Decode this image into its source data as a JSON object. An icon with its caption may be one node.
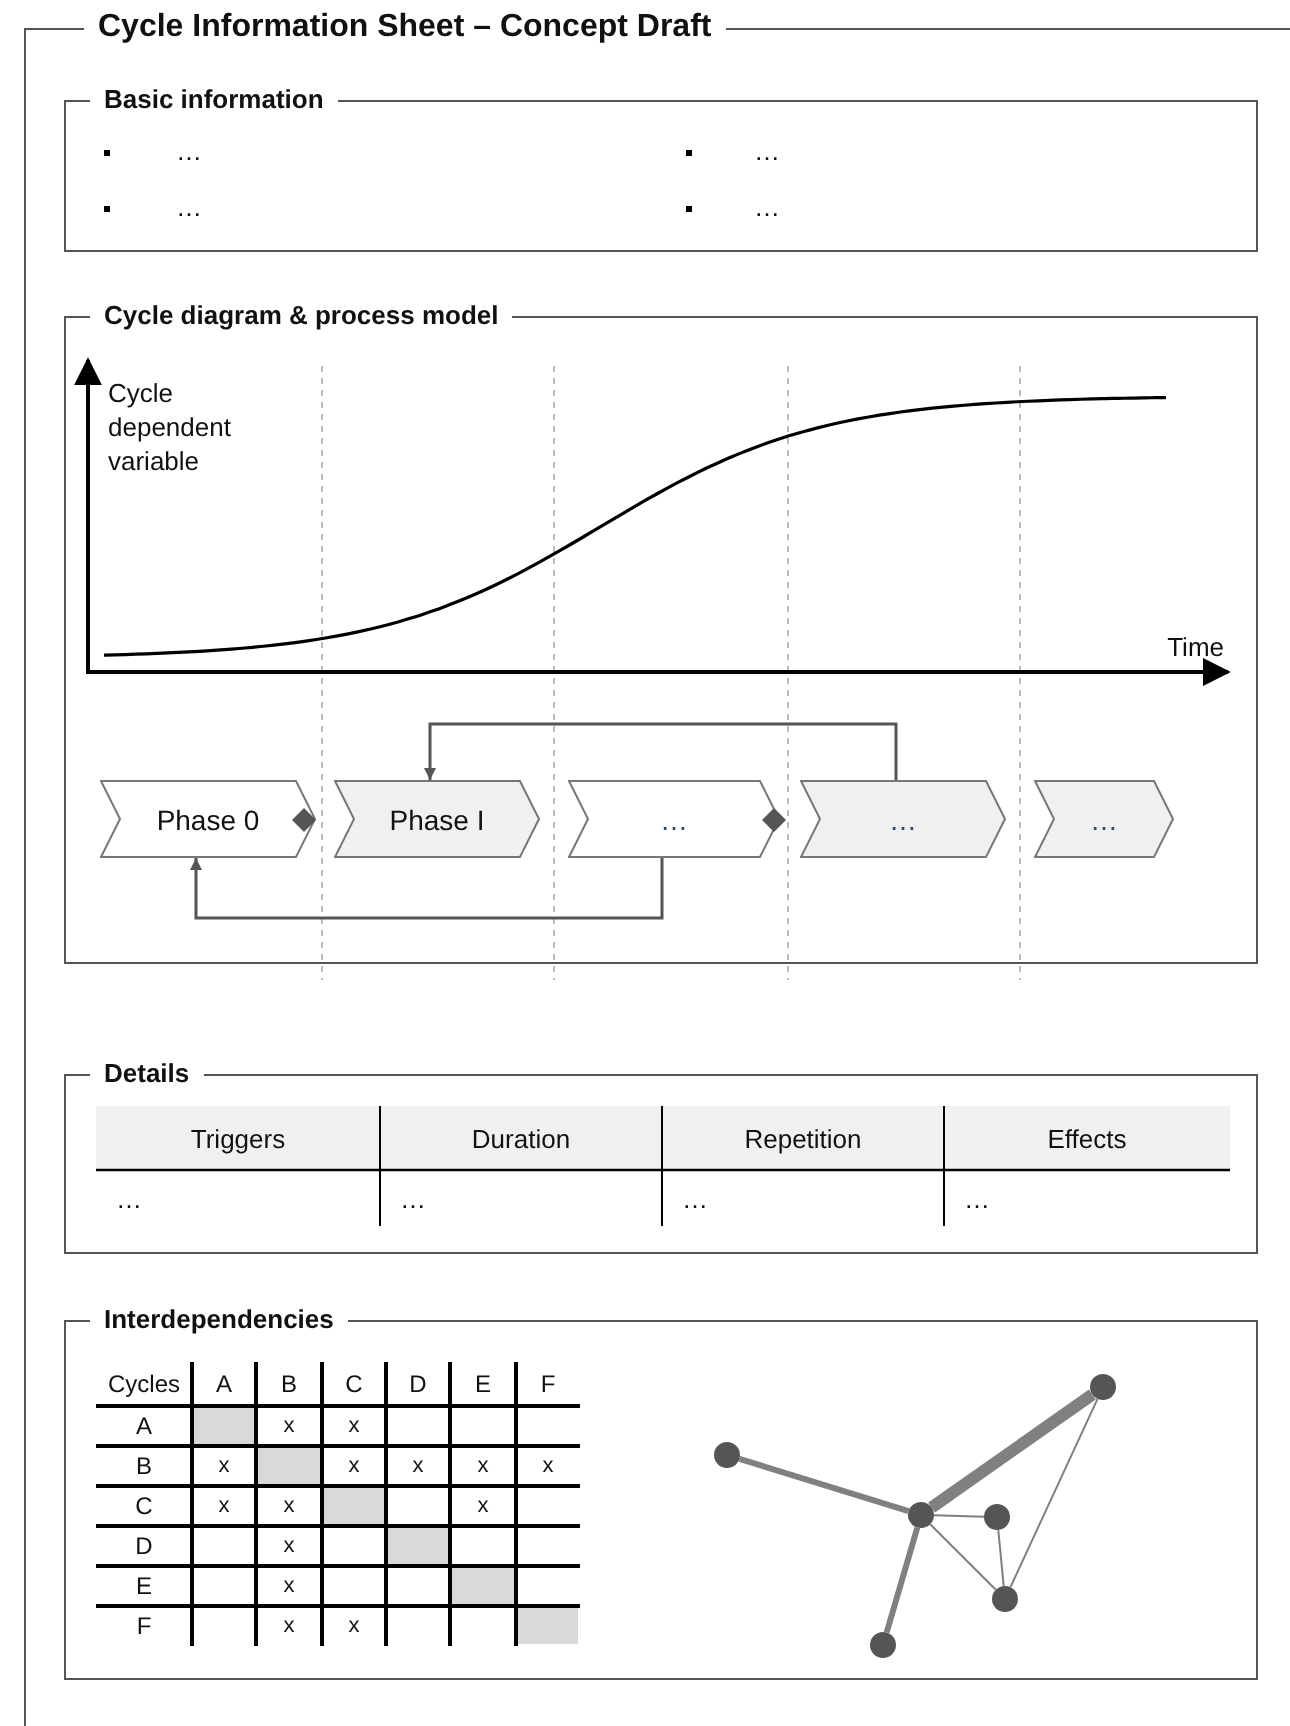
{
  "diagram": {
    "title": "Cycle Information Sheet – Concept Draft",
    "nodes": [
      {
        "text": [
          "Basic information",
          "…",
          "…",
          "…",
          "…"
        ]
      },
      {
        "text": [
          "Cycle diagram & process model"
        ]
      },
      {
        "text": [
          "Phase 0"
        ],
        "in": 1
      },
      {
        "text": [
          "Phase I"
        ],
        "in": 1
      },
      {
        "text": [
          "…"
        ],
        "in": 1
      },
      {
        "text": [
          "…"
        ],
        "in": 1
      },
      {
        "text": [
          "…"
        ],
        "in": 1
      },
      {
        "text": [
          "Details"
        ]
      },
      {
        "text": [
          "Interdependencies"
        ]
      },
      {
        "text": [],
        "shape": "circle",
        "in": 8
      },
      {
        "text": [],
        "shape": "circle",
        "in": 8
      },
      {
        "text": [],
        "shape": "circle",
        "in": 8
      },
      {
        "text": [],
        "shape": "circle",
        "in": 8
      },
      {
        "text": [],
        "shape": "circle",
        "in": 8
      },
      {
        "text": [],
        "shape": "circle",
        "in": 8
      }
    ],
    "edges": [
      {
        "from": 5,
        "to": 3,
        "arrow": "to"
      },
      {
        "from": 4,
        "to": 2,
        "arrow": "to"
      },
      {
        "from": 9,
        "to": 11,
        "arrow": "none",
        "style": "thick"
      },
      {
        "from": 10,
        "to": 11,
        "arrow": "none",
        "style": "thick"
      },
      {
        "from": 11,
        "to": 14,
        "arrow": "none",
        "style": "thick"
      },
      {
        "from": 11,
        "to": 12,
        "arrow": "none"
      },
      {
        "from": 11,
        "to": 13,
        "arrow": "none"
      },
      {
        "from": 12,
        "to": 13,
        "arrow": "none"
      },
      {
        "from": 14,
        "to": 13,
        "arrow": "none"
      }
    ],
    "labels": [
      "Cycle dependent variable",
      "Time",
      "Triggers",
      "Duration",
      "Repetition",
      "Effects",
      "…",
      "…",
      "…",
      "…",
      "Cycles",
      "A",
      "B",
      "C",
      "D",
      "E",
      "F",
      "A",
      "x",
      "x",
      "B",
      "x",
      "x",
      "x",
      "x",
      "x",
      "C",
      "x",
      "x",
      "x",
      "D",
      "x",
      "E",
      "x",
      "F",
      "x",
      "x"
    ]
  }
}
